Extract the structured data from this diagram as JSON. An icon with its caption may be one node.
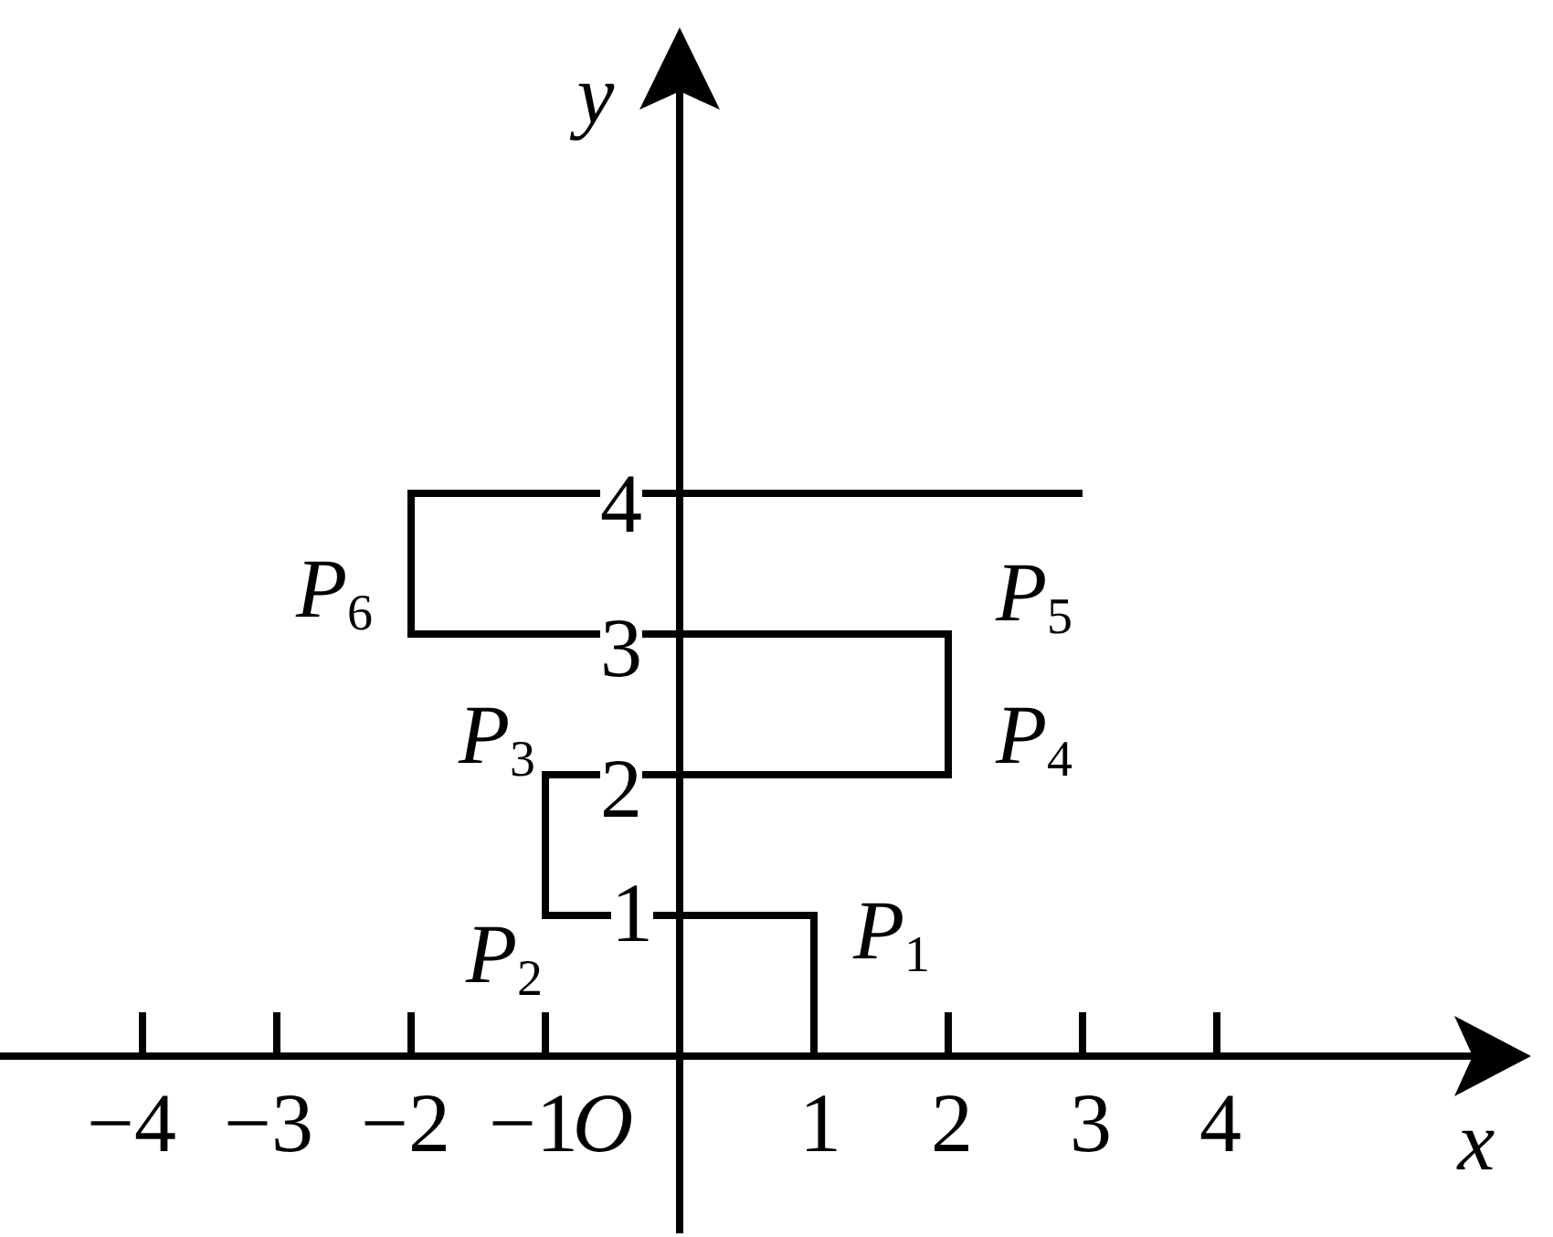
{
  "diagram": {
    "labels": [
      "y",
      "4",
      "*P*$_{6}$",
      "3",
      "*P*$_{5}$",
      "*P*$_{3}$",
      "2",
      "*P*$_{4}$",
      "1",
      "*P*$_{2}$",
      "*P*$_{1}$",
      "−4",
      "−3",
      "−2",
      "−1",
      "O",
      "1",
      "2",
      "3",
      "4",
      "x"
    ]
  }
}
